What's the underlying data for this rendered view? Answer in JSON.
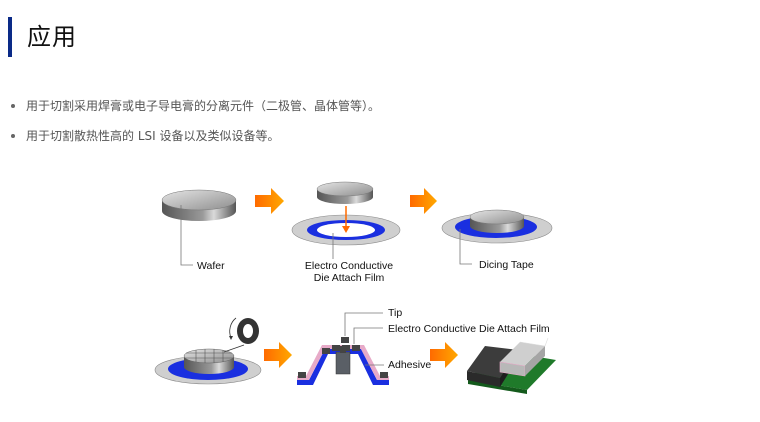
{
  "section": {
    "title": "应用",
    "accent_color": "#0a2a87"
  },
  "bullets": [
    "用于切割采用焊膏或电子导电膏的分离元件（二极管、晶体管等）。",
    "用于切割散热性高的 LSI 设备以及类似设备等。"
  ],
  "diagram": {
    "labels": {
      "wafer": "Wafer",
      "film_line1": "Electro Conductive",
      "film_line2": "Die Attach Film",
      "dicing_tape": "Dicing Tape",
      "tip": "Tip",
      "film_full": "Electro Conductive Die Attach Film",
      "adhesive": "Adhesive"
    },
    "colors": {
      "arrow": "#ff8a00",
      "tape_blue": "#1a2fe0",
      "ring_gray": "#c8c8c8",
      "wafer_gray": "#9a9a9a",
      "board_green": "#1f7a2a",
      "film_pink": "#e7aac8"
    }
  }
}
